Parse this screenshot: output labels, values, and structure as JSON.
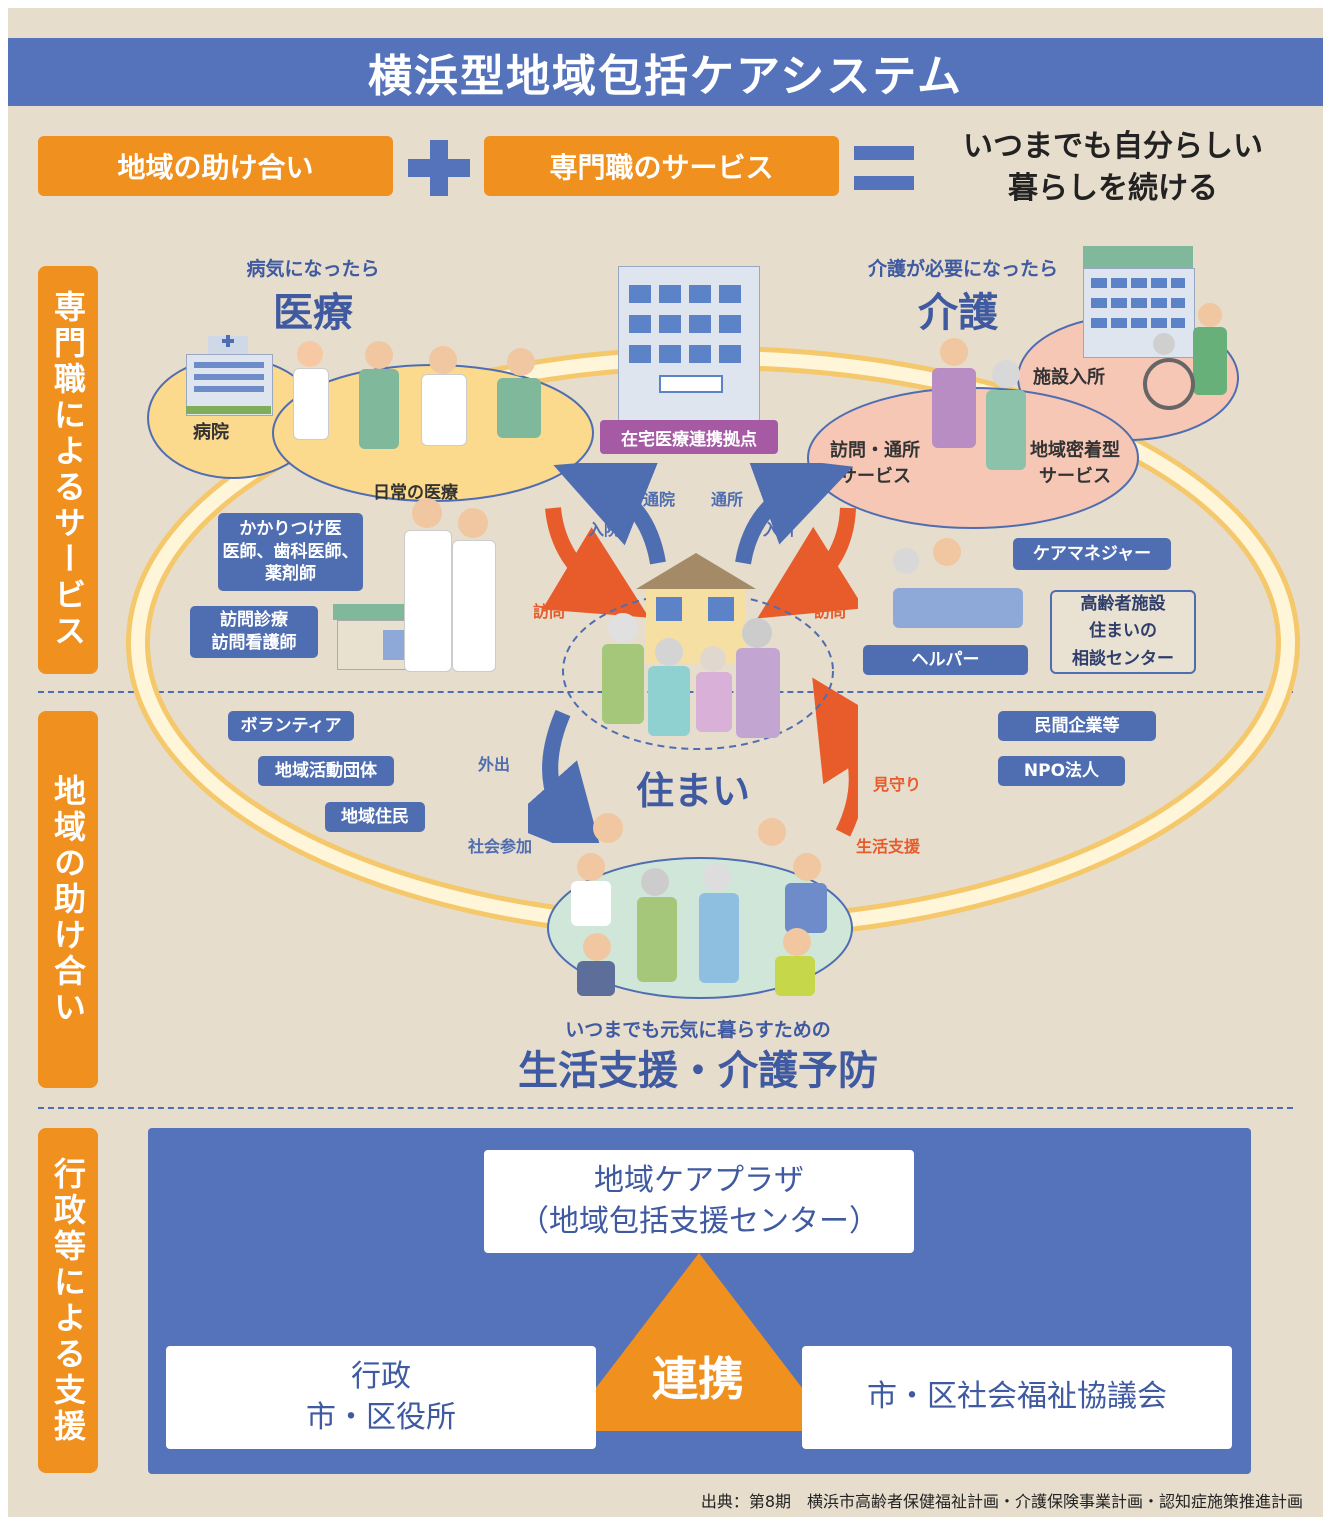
{
  "title": "横浜型地域包括ケアシステム",
  "equation": {
    "left": "地域の助け合い",
    "right": "専門職のサービス",
    "result_line1": "いつまでも自分らしい",
    "result_line2": "暮らしを続ける"
  },
  "side_tabs": {
    "professional": "専門職によるサービス",
    "community": "地域の助け合い",
    "administrative": "行政等による支援"
  },
  "medical": {
    "subtitle": "病気になったら",
    "title": "医療",
    "hospital": "病院",
    "daily_care": "日常の医療"
  },
  "care": {
    "subtitle": "介護が必要になったら",
    "title": "介護",
    "facility_entry": "施設入所",
    "visit_service_l1": "訪問・通所",
    "visit_service_l2": "サービス",
    "community_service_l1": "地域密着型",
    "community_service_l2": "サービス"
  },
  "home_medical_hub": "在宅医療連携拠点",
  "arrows": {
    "outpatient": "通院",
    "admission": "入院",
    "day_service": "通所",
    "facility_admission": "入所",
    "visit_left": "訪問",
    "visit_right": "訪問",
    "outing": "外出",
    "social_participation": "社会参加",
    "watching": "見守り",
    "life_support": "生活支援"
  },
  "professionals": {
    "family_doctor_l1": "かかりつけ医",
    "family_doctor_l2": "医師、歯科医師、",
    "family_doctor_l3": "薬剤師",
    "home_visit_l1": "訪問診療",
    "home_visit_l2": "訪問看護師",
    "care_manager": "ケアマネジャー",
    "helper": "ヘルパー",
    "consult_l1": "高齢者施設",
    "consult_l2": "住まいの",
    "consult_l3": "相談センター"
  },
  "housing": "住まい",
  "community_groups": {
    "volunteer": "ボランティア",
    "community_org": "地域活動団体",
    "residents": "地域住民",
    "private_companies": "民間企業等",
    "npo": "NPO法人"
  },
  "prevention": {
    "subtitle": "いつまでも元気に暮らすための",
    "title": "生活支援・介護予防"
  },
  "admin": {
    "plaza_l1": "地域ケアプラザ",
    "plaza_l2": "（地域包括支援センター）",
    "cooperation": "連携",
    "gov_l1": "行政",
    "gov_l2": "市・区役所",
    "council": "市・区社会福祉協議会"
  },
  "source": "出典：第8期　横浜市高齢者保健福祉計画・介護保険事業計画・認知症施策推進計画"
}
